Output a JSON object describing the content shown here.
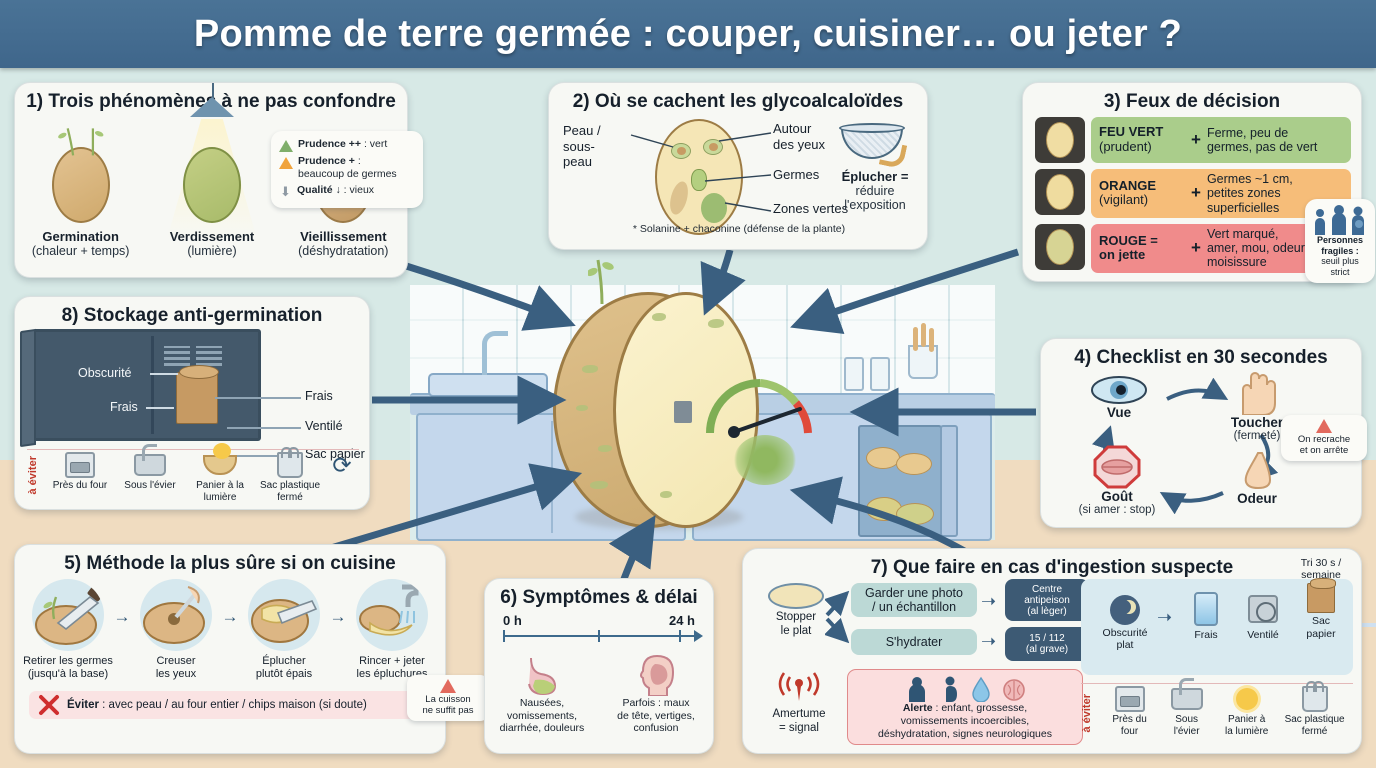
{
  "header": {
    "title": "Pomme de terre germée : couper, cuisiner… ou jeter ?"
  },
  "colors": {
    "header_bg": "#44708f",
    "bg_top": "#d7e9e6",
    "bg_bottom": "#f0dcc0",
    "card_bg": "#f7f8f4",
    "green": "#aacd8b",
    "orange": "#f6bd79",
    "red": "#f08b8b",
    "navy": "#3d5a74",
    "alert_red": "#c0392b"
  },
  "card1": {
    "title": "1) Trois phénomènes à ne pas confondre",
    "items": [
      {
        "name": "Germination",
        "sub": "(chaleur + temps)",
        "icon": "potato-sprouting-icon"
      },
      {
        "name": "Verdissement",
        "sub": "(lumière)",
        "icon": "potato-green-lamp-icon"
      },
      {
        "name": "Vieillissement",
        "sub": "(déshydratation)",
        "icon": "potato-wrinkled-icon"
      }
    ],
    "legend": [
      {
        "icon": "warning-triangle-green-icon",
        "bold": "Prudence ++",
        "rest": " : vert"
      },
      {
        "icon": "warning-triangle-orange-icon",
        "bold": "Prudence +",
        "rest": " :",
        "second": "beaucoup de germes"
      },
      {
        "icon": "down-arrow-icon",
        "bold": "Qualité ↓",
        "rest": " : vieux"
      }
    ]
  },
  "card2": {
    "title": "2) Où se cachent les glycoalcaloïdes",
    "label_left": "Peau /\nsous-\npeau",
    "labels_right": [
      "Autour\ndes yeux",
      "Germes",
      "Zones vertes"
    ],
    "note": "* Solanine + chaconine (défense de la plante)",
    "side": {
      "icon": "sieve-peeler-icon",
      "line1": "Éplucher =",
      "line2": "réduire",
      "line3": "l'exposition"
    }
  },
  "card3": {
    "title": "3) Feux de décision",
    "rows": [
      {
        "light": "green",
        "name": "FEU VERT",
        "sub": "(prudent)",
        "plus": "+",
        "desc": "Ferme, peu de\ngermes, pas de vert",
        "icon": "traffic-light-green-icon"
      },
      {
        "light": "orange",
        "name": "ORANGE",
        "sub": "(vigilant)",
        "plus": "+",
        "desc": "Germes ~1 cm,\npetites zones\nsuperficielles",
        "icon": "traffic-light-orange-icon"
      },
      {
        "light": "red",
        "name": "ROUGE =",
        "sub": "on jette",
        "plus": "+",
        "desc": "Vert marqué,\namer, mou, odeur\nmoisissure",
        "icon": "traffic-light-red-icon"
      }
    ],
    "callout": {
      "icon": "fragile-people-icon",
      "bold": "Personnes\nfragiles :",
      "rest": "seuil plus\nstrict"
    }
  },
  "card4": {
    "title": "4) Checklist en 30 secondes",
    "steps": [
      {
        "label": "Vue",
        "sub": "",
        "icon": "eye-icon"
      },
      {
        "label": "Toucher",
        "sub": "(fermeté)",
        "icon": "hand-icon"
      },
      {
        "label": "Odeur",
        "sub": "",
        "icon": "nose-icon"
      },
      {
        "label": "Goût",
        "sub": "(si amer : stop)",
        "icon": "mouth-stop-icon"
      }
    ],
    "callout": {
      "icon": "warning-triangle-red-icon",
      "text": "On recrache\net on arrête"
    }
  },
  "card5": {
    "title": "5) Méthode la plus sûre si on cuisine",
    "steps": [
      {
        "cap": "Retirer les germes\n(jusqu'à la base)",
        "icon": "knife-remove-sprout-icon"
      },
      {
        "cap": "Creuser\nles yeux",
        "icon": "dig-eyes-icon"
      },
      {
        "cap": "Éplucher\nplutôt épais",
        "icon": "peel-thick-icon"
      },
      {
        "cap": "Rincer + jeter\nles épluchures",
        "icon": "rinse-discard-peel-icon"
      }
    ],
    "arrow": "→",
    "footer": {
      "icon": "red-cross-icon",
      "bold": "Éviter",
      "rest": " : avec peau / au four entier / chips maison (si doute)"
    },
    "callout": {
      "icon": "warning-triangle-red-icon",
      "text": "La cuisson\nne suffit pas"
    }
  },
  "card6": {
    "title": "6) Symptômes & délai",
    "axis": {
      "start": "0 h",
      "end": "24 h"
    },
    "symptoms": [
      {
        "icon": "stomach-icon",
        "tx": "Nausées,\nvomissements,\ndiarrhée, douleurs"
      },
      {
        "icon": "head-brain-icon",
        "tx": "Parfois : maux\nde tête, vertiges,\nconfusion"
      }
    ]
  },
  "card7": {
    "title": "7) Que faire en cas d'ingestion suspecte",
    "stop": {
      "icon": "plate-icon",
      "tx": "Stopper\nle plat"
    },
    "actions": [
      {
        "label": "Garder une photo\n/ un échantillon",
        "target": "Centre\nantipeison",
        "target_sub": "(al lèger)"
      },
      {
        "label": "S'hydrater",
        "target": "15 / 112",
        "target_sub": "(al grave)"
      }
    ],
    "bitter": {
      "icon": "signal-icon",
      "tx": "Amertume\n= signal"
    },
    "alert": {
      "icons": [
        "child-icon",
        "pregnant-icon",
        "water-drop-icon",
        "brain-icon"
      ],
      "bold": "Alerte",
      "rest": " : enfant, grossesse,\nvomissements incoercibles,\ndéshydratation, signes neurologiques"
    },
    "good": {
      "items": [
        {
          "tx": "Obscurité\nplat",
          "icon": "moon-icon"
        },
        {
          "tx": "Frais",
          "icon": "thermometer-cool-icon"
        },
        {
          "tx": "Ventilé",
          "icon": "fan-icon"
        },
        {
          "tx": "Sac\npapier",
          "icon": "paper-bag-icon",
          "top": "Tri 30 s /\nsemaine"
        }
      ]
    },
    "avoid": {
      "label": "à éviter",
      "items": [
        {
          "tx": "Près du\nfour",
          "icon": "oven-icon"
        },
        {
          "tx": "Sous\nl'évier",
          "icon": "sink-icon"
        },
        {
          "tx": "Panier à\nla lumière",
          "icon": "sunny-basket-icon"
        },
        {
          "tx": "Sac plastique\nfermé",
          "icon": "plastic-bag-icon"
        }
      ]
    }
  },
  "card8": {
    "title": "8) Stockage anti-germination",
    "labels_inside": [
      "Obscurité",
      "Frais"
    ],
    "labels_outside": [
      "Frais",
      "Ventilé",
      "Sac papier"
    ],
    "avoid": {
      "label": "à éviter",
      "items": [
        {
          "tx": "Près du four",
          "icon": "oven-icon"
        },
        {
          "tx": "Sous l'évier",
          "icon": "sink-icon"
        },
        {
          "tx": "Panier à la\nlumière",
          "icon": "sunny-basket-icon"
        },
        {
          "tx": "Sac plastique\nfermé",
          "icon": "plastic-bag-icon"
        },
        {
          "tx": "",
          "icon": "rotate-icon"
        }
      ]
    }
  },
  "center": {
    "scene": "kitchen-with-giant-cut-potato",
    "potato": {
      "gauge": "fuel-gauge-green-to-red",
      "features": [
        "sprout",
        "green-patch",
        "eyes"
      ]
    }
  }
}
